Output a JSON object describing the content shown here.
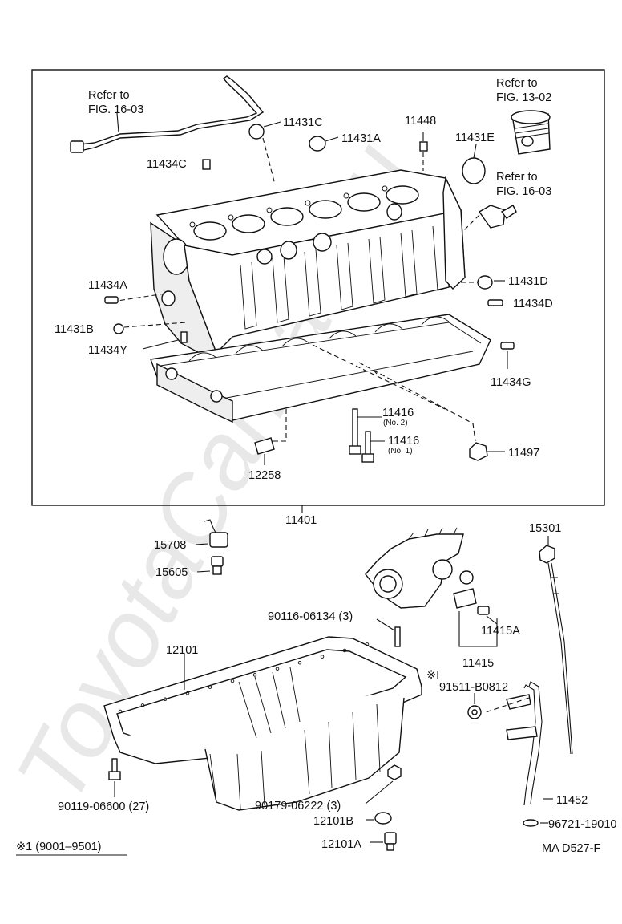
{
  "watermark": "ToyotaCarPart.ru",
  "refs": {
    "fig1603_a": [
      "Refer to",
      "FIG. 16-03"
    ],
    "fig1302": [
      "Refer to",
      "FIG. 13-02"
    ],
    "fig1603_b": [
      "Refer to",
      "FIG. 16-03"
    ]
  },
  "labels": {
    "p11431C": "11431C",
    "p11431A": "11431A",
    "p11448": "11448",
    "p11431E": "11431E",
    "p11434C": "11434C",
    "p11434A": "11434A",
    "p11431D": "11431D",
    "p11434D": "11434D",
    "p11431B": "11431B",
    "p11434Y": "11434Y",
    "p11434G": "11434G",
    "p11416_no2": "11416",
    "no2": "(No. 2)",
    "p11416_no1": "11416",
    "no1": "(No. 1)",
    "p11497": "11497",
    "p12258": "12258",
    "p11401": "11401",
    "p15708": "15708",
    "p15605": "15605",
    "p15301": "15301",
    "p90116": "90116-06134 (3)",
    "p11415A": "11415A",
    "p11415": "11415",
    "p12101": "12101",
    "star1": "※I",
    "p91511": "91511-B0812",
    "p90119": "90119-06600 (27)",
    "p90179": "90179-06222 (3)",
    "p12101B": "12101B",
    "p12101A": "12101A",
    "p11452": "11452",
    "p96721": "96721-19010",
    "footnote": "※1 (9001–9501)",
    "code": "MA  D527-F"
  }
}
